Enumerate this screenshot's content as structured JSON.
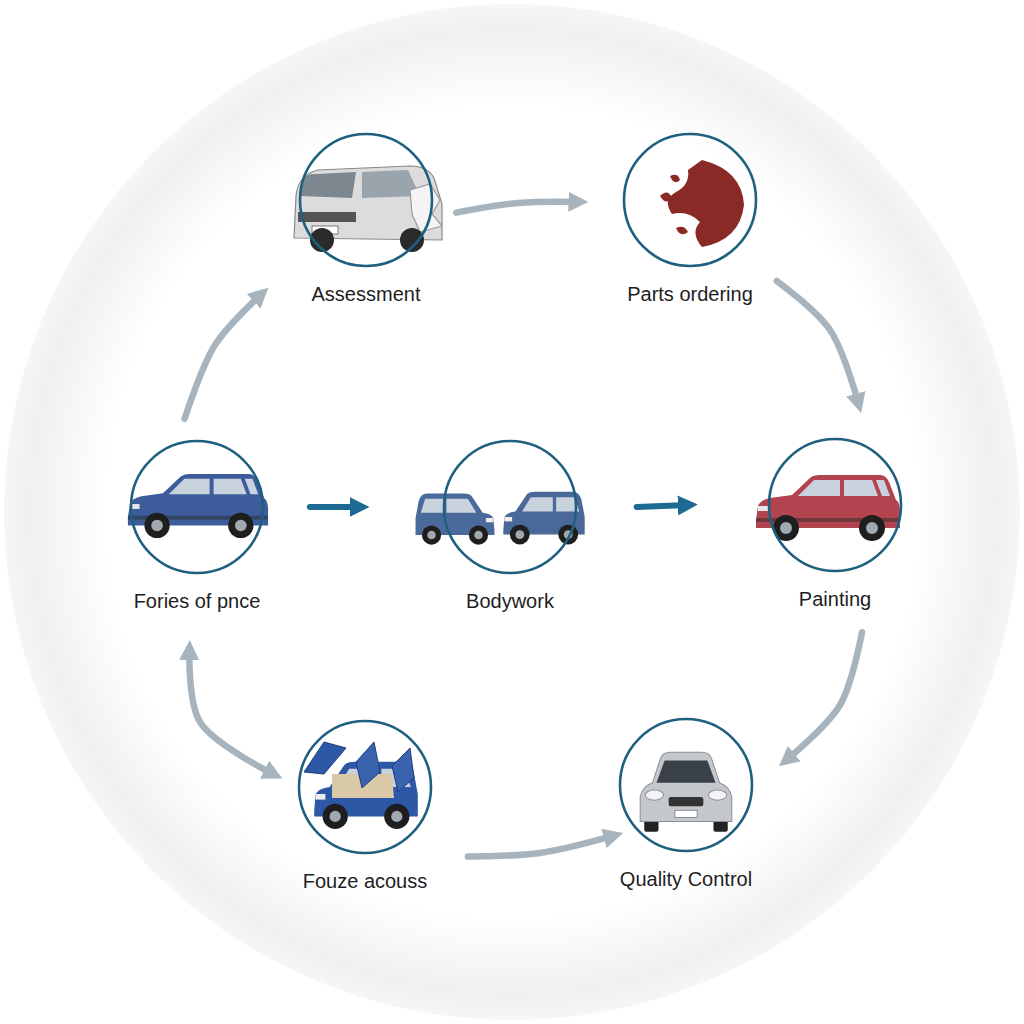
{
  "diagram": {
    "nodes": [
      {
        "text": [
          "Assessment"
        ]
      },
      {
        "text": [
          "Parts ordering"
        ]
      },
      {
        "text": [
          "Fories of pnce"
        ]
      },
      {
        "text": [
          "Bodywork"
        ]
      },
      {
        "text": [
          "Painting"
        ]
      },
      {
        "text": [
          "Fouze acouss"
        ]
      },
      {
        "text": [
          "Quality Control"
        ]
      }
    ],
    "edges": [
      {
        "from": 0,
        "to": 1,
        "arrow": "to"
      },
      {
        "from": 1,
        "to": 4,
        "arrow": "to"
      },
      {
        "from": 2,
        "to": 0,
        "arrow": "to"
      },
      {
        "from": 2,
        "to": 3,
        "arrow": "to"
      },
      {
        "from": 3,
        "to": 4,
        "arrow": "to"
      },
      {
        "from": 4,
        "to": 6,
        "arrow": "to"
      },
      {
        "from": 2,
        "to": 5,
        "arrow": "both"
      },
      {
        "from": 5,
        "to": 6,
        "arrow": "to"
      }
    ]
  }
}
